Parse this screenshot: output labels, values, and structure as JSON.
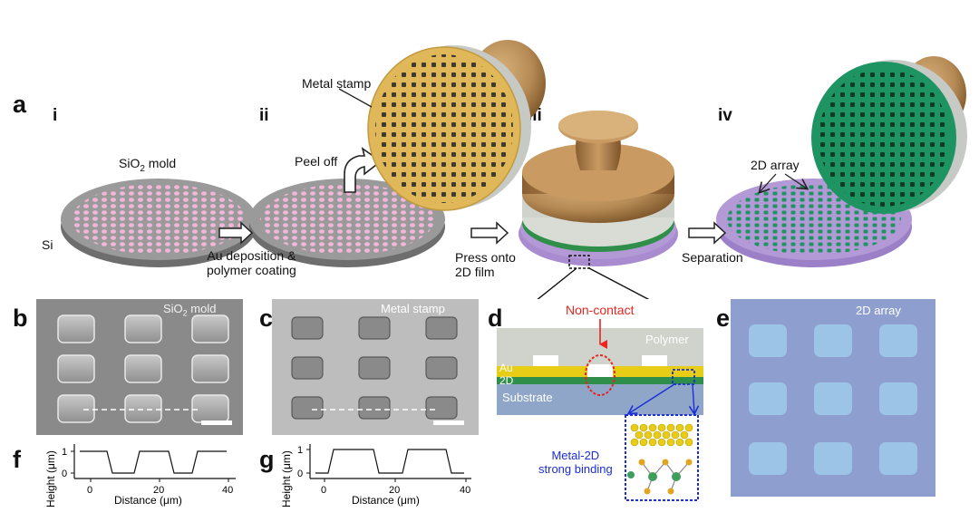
{
  "panels": {
    "a": "a",
    "b": "b",
    "c": "c",
    "d": "d",
    "e": "e",
    "f": "f",
    "g": "g"
  },
  "steps": [
    "i",
    "ii",
    "iii",
    "iv"
  ],
  "panel_a": {
    "mold_label_main": "SiO",
    "mold_label_sub": "2",
    "mold_label_rest": " mold",
    "si_label": "Si",
    "arrow1_line1": "Au deposition &",
    "arrow1_line2": "polymer coating",
    "peel_label": "Peel off",
    "stamp_label": "Metal stamp",
    "arrow2_line1": "Press onto",
    "arrow2_line2": "2D film",
    "arrow3_label": "Separation",
    "array_label": "2D array"
  },
  "panel_b": {
    "label_main": "SiO",
    "label_sub": "2",
    "label_rest": " mold"
  },
  "panel_c": {
    "label": "Metal stamp"
  },
  "panel_d": {
    "noncontact": "Non-contact",
    "polymer": "Polymer",
    "au": "Au",
    "twod": "2D",
    "substrate": "Substrate",
    "binding_line1": "Metal-2D",
    "binding_line2": "strong binding"
  },
  "panel_e": {
    "label": "2D array"
  },
  "profile_f": {
    "ylabel": "Height (μm)",
    "xlabel": "Distance (μm)",
    "xticks": [
      "0",
      "20",
      "40"
    ],
    "yticks": [
      "0",
      "1"
    ]
  },
  "profile_g": {
    "ylabel": "Height (μm)",
    "xlabel": "Distance (μm)",
    "xticks": [
      "0",
      "20",
      "40"
    ],
    "yticks": [
      "0",
      "1"
    ]
  },
  "colors": {
    "mold_dot": "#f2b6d8",
    "stamp_gold": "#e0b85a",
    "wood": "#b58a55",
    "array_green": "#1e9463",
    "array_base": "#b39ad6",
    "polymer": "#cfd3cb",
    "au": "#e8cd16",
    "twod": "#2f8f4a",
    "substrate": "#8fa6c9",
    "noncontact": "#e8251f",
    "binding": "#1b2ed8",
    "optical_bg": "#8e9fcf",
    "optical_sq": "#9cc4e6"
  }
}
